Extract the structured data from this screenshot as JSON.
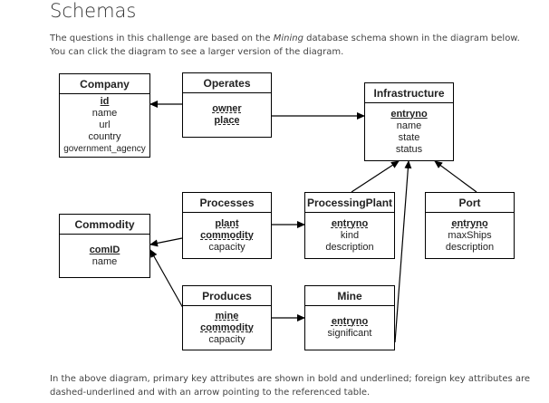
{
  "page": {
    "title": "Schemas",
    "intro_before": "The questions in this challenge are based on the ",
    "intro_emphasis": "Mining",
    "intro_after": " database schema shown in the diagram below. You can click the diagram to see a larger version of the diagram.",
    "footer": "In the above diagram, primary key attributes are shown in bold and underlined; foreign key attributes are dashed-underlined and with an arrow pointing to the referenced table."
  },
  "diagram": {
    "entities": {
      "company": {
        "name": "Company",
        "attrs": [
          {
            "text": "id",
            "key": "pk"
          },
          {
            "text": "name"
          },
          {
            "text": "url"
          },
          {
            "text": "country"
          },
          {
            "text": "government_agency",
            "small": true
          }
        ]
      },
      "operates": {
        "name": "Operates",
        "attrs": [
          {
            "text": "owner",
            "key": "pkfk"
          },
          {
            "text": "place",
            "key": "pkfk"
          }
        ]
      },
      "infrastructure": {
        "name": "Infrastructure",
        "attrs": [
          {
            "text": "entryno",
            "key": "pk"
          },
          {
            "text": "name"
          },
          {
            "text": "state"
          },
          {
            "text": "status"
          }
        ]
      },
      "commodity": {
        "name": "Commodity",
        "attrs": [
          {
            "text": "comID",
            "key": "pk"
          },
          {
            "text": "name"
          }
        ]
      },
      "processes": {
        "name": "Processes",
        "attrs": [
          {
            "text": "plant",
            "key": "pkfk"
          },
          {
            "text": "commodity",
            "key": "pkfk"
          },
          {
            "text": "capacity"
          }
        ]
      },
      "processingplant": {
        "name": "ProcessingPlant",
        "attrs": [
          {
            "text": "entryno",
            "key": "pkfk"
          },
          {
            "text": "kind"
          },
          {
            "text": "description"
          }
        ]
      },
      "port": {
        "name": "Port",
        "attrs": [
          {
            "text": "entryno",
            "key": "pkfk"
          },
          {
            "text": "maxShips"
          },
          {
            "text": "description"
          }
        ]
      },
      "produces": {
        "name": "Produces",
        "attrs": [
          {
            "text": "mine",
            "key": "pkfk"
          },
          {
            "text": "commodity",
            "key": "pkfk"
          },
          {
            "text": "capacity"
          }
        ]
      },
      "mine": {
        "name": "Mine",
        "attrs": [
          {
            "text": "entryno",
            "key": "pkfk"
          },
          {
            "text": "significant"
          }
        ]
      }
    },
    "relationships": [
      {
        "from": "operates",
        "to": "company"
      },
      {
        "from": "operates",
        "to": "infrastructure"
      },
      {
        "from": "processingplant",
        "to": "infrastructure"
      },
      {
        "from": "port",
        "to": "infrastructure"
      },
      {
        "from": "mine",
        "to": "infrastructure"
      },
      {
        "from": "processes",
        "to": "processingplant"
      },
      {
        "from": "processes",
        "to": "commodity"
      },
      {
        "from": "produces",
        "to": "commodity"
      },
      {
        "from": "produces",
        "to": "mine"
      }
    ],
    "colors": {
      "line": "#000000",
      "box": "#ffffff"
    }
  }
}
